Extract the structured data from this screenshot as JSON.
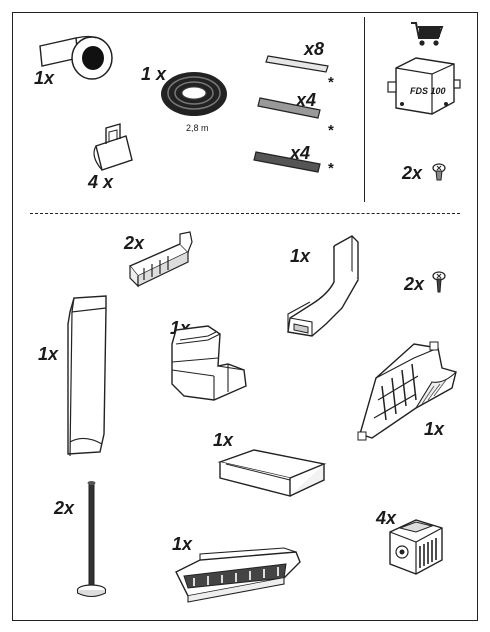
{
  "top_left": {
    "tape_roll_qty": "1x",
    "gasket_roll_qty": "1 x",
    "gasket_length": "2,8 m",
    "clip_qty": "4 x",
    "strip_light_qty": "x8",
    "strip_medium_qty": "x4",
    "strip_dark_qty": "x4",
    "optional_mark": "*"
  },
  "top_right": {
    "module_label": "FDS 100",
    "screw_qty": "2x"
  },
  "bottom": {
    "connector_qty": "2x",
    "elbow_duct_qty": "1x",
    "screw_qty": "2x",
    "long_duct_qty": "1x",
    "elbow_adapter_qty": "1x",
    "side_grille_qty": "1x",
    "flat_channel_qty": "1x",
    "rod_qty": "2x",
    "front_grille_qty": "1x",
    "block_qty": "4x"
  }
}
